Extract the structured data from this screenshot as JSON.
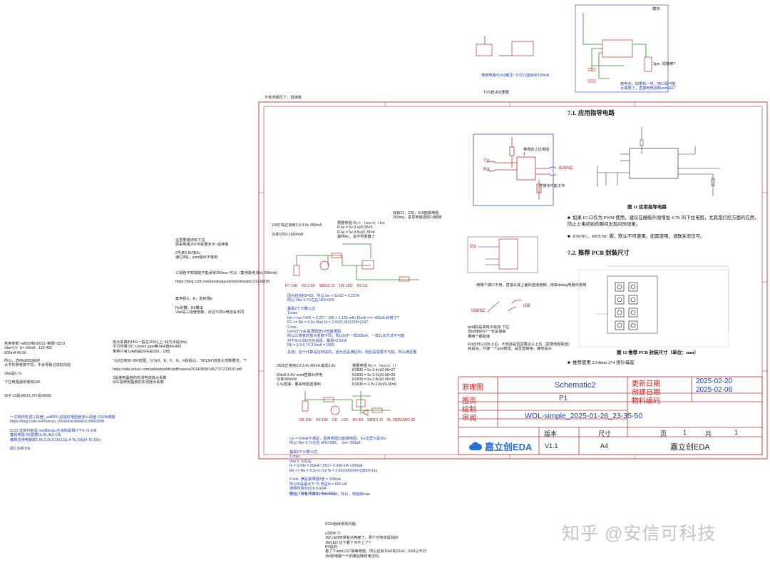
{
  "schematic_title": "Schematic2",
  "title_block": {
    "label_drawing": "原理图",
    "label_sheet": "图页",
    "label_draw": "绘制",
    "label_review": "审阅",
    "label_update_date": "更新日期",
    "label_create_date": "创建日期",
    "label_material_code": "物料编码",
    "update_date": "2025-02-20",
    "create_date": "2025-02-08",
    "sheet": "P1",
    "project_name": "WOL-simple_2025-01-26_23-35-50",
    "label_version": "版本",
    "label_size": "尺寸",
    "label_page": "页",
    "page_current": "1",
    "label_total": "共",
    "page_total": "1",
    "version": "V1.1",
    "size": "A4",
    "company": "嘉立创EDA",
    "logo_text": "嘉立创EDA"
  },
  "doc_excerpt": {
    "section_71": "7.1. 应用指导电路",
    "fig11_caption": "图 11 应用指导电路",
    "bullet_pwm": "如果 IO 口作为 PWM 使用，建议在栅级外围增加 4.7K 的下拉电阻，尤其是灯控方面的应用，防止上电初始的瞬间出现闪烁现象。",
    "bullet_nc": "IOS/NC、RST/NC 脚，默认不可使用。如需使用，请联系安信可。",
    "section_72": "7.2. 推荐 PCB 封装尺寸",
    "fig12_caption": "图 12 推荐 PCB 封装尺寸（单位：mm）",
    "bullet_pin": "推荐使用 2.54mm 2*4 排针母座"
  },
  "watermark": "知乎 @安信可科技",
  "notes": {
    "top_left_header": "不考虑稳压了，直接吸",
    "tvs_note": "TVS管决定要要",
    "power_module_label": "模块",
    "power_usb_note": "使用电路与3v3稳压~不行只能输出100mA",
    "power_ams_note": "稳电池，如果有一块，接口是可能\n太高用了，直接用电源和asm1117",
    "power_3pin": "3pin  短接棒?",
    "left_1": "这里要稳流和下拉\n原来电阻大47K就要多大~后续做",
    "left_2": "2号单2.8V接3v\n通过4吸，asm输出不够用",
    "left_3": "三极管不知道能不能承受350ma~可以（集电极电流Ic) 500mA)",
    "left_3_url": "https://blog.csdn.net/kanakaqyu/article/details/131279926",
    "left_4": "集电极C，B，发射极E",
    "left_5": "Rc好算，Rb算出\nVbe是三极管参数，对应不同Ic电流会不同",
    "left_6": "常用参数~s8050和s9013~数据~0213\nVbe=1V  Ic= 50mA;  120-400\n500mA 40-50",
    "left_7": "所以，选用s8050就好\n大于的参考数不同，不会导致过流的风险",
    "left_8": "Vbe是0.7v",
    "left_9": "下拉电阻通常使用10K",
    "left_10": "似乎:J3是s8013 J3Y是s8050",
    "left_11": "一文助你吃透三极管!_ss8050 是啥的电阻管怎么调值-CSDN博客\nhttps://blog.csdn.net/human_chi/article/details/124601906",
    "left_12": "0213 这相可能是 min和max 应该和是相介于4.7k-10k\n基极电阻 Rb需要1k-2k,4k3-11k\n推荐应用电路取1.5k,2.2k,5.1k以(1k,4.7k,10k)(4.7k,10k)",
    "left_13": "取2.2k和10k",
    "mid_hfe": "放大系数的hFE一般在100以上~找方法是(hfe)\n不行时候 DC current gain等 hFE值40-400\n某种只有1uA的是[hFE是150，180]",
    "mid_hfe2": "\"大8位到90-300范围，分为O、E、F、G、H段组以、\"9013H\"的放大倍数要求。\"?",
    "mid_url": "https://atta.szlcsc.com/upload/public/pdf/source/20140808/1457707213610.pdf",
    "mid_hfe3": "3是使用晶管的实测电流放大系数\nhFE是使用晶管的实测放大系数",
    "circ1_head": "1W灯珠正常用3.0-3.6v 350mA\n\n功率1050-1260mW",
    "circ1_calc": "根据电阻 Rc = （vcc-v）/ Ice\nR1w = 5v-3.v)/0.35=5\nR1w = 5v-3.5v)/0.35=4\n最终Rc，说不然我算了",
    "circ1_cap": "我有22，220，510欧姆电阻\n350ma，意思电阻选取14欧姆",
    "circ1_labels": "R7 10K    R5 2.2K    S8013 J3    1W LED    R3 1Ω",
    "circ1_formula": "因为包括R3=22，所以 Ice < 5v/22 = 0.227A\n所以 Vbe 0.7V左右 hFE=200",
    "circ1_steps": "基础2个计算公式\n1.max\nIbe = Ice / hFE = 0.227 / 200 = 1.135 mA<15mA ==> 400uA 就够了?\nR2 <= Rb = 3.3v-Vbe) Ib = 2.6V/0.0011335=2247\n2.min\nIce=227mA 最薄弱管=2管最薄弱\n所以三极管的放大系数不同，所以Ib不一样300uA，一样以此方法不可能\n对于Ib 0.006左右就是，基极=2.5mA\nRb = 3.3-0.7V 2.6mA = 1000",
    "circ1_end": "总结：这个计算是这样说的，因为还是满足的，而且是需要不可能，所以满足看",
    "circ2_head": "2835正常用3.0-3.4v 60mA 最低2.8v\n\n60mA 3.4V~emit直接3v供电\n功率200mW\n3.3v直接，看来电阻选择85",
    "circ2_calc": "根据电阻 Rc = （vcc-v）/ I\nR2835 = 5v-3.4v)/0.06=27\nR2835 = 5v-3.3v)/0.06=28\nR2835 = 5v-2.8v)/0.06=36\nR2835 = 3.3v-2.8v)/0.06=8",
    "circ2_labels": "R8 10K    R6 10K    C8    LED    R4 0Ω    S8013 J3    XL-2835UWC-02",
    "circ2_formula": "Ice = 60mA不满足，选用电阻22欧姆电阻，Ice这里只是36v\n所以 Vbe 0.7v左右 hFE=250，  Ice= 300uA",
    "circ2_steps": "基础2个计算公式\n1.max\nVbe 0.7v左右\nIb = Ic/hfe = 60mA / 250 = 0.240 mA <300uA\nR6 <= Rb = 3.3v-0.7v)/ Ib = 2.6/0.000240=10833=11k\n\n2.min  满足最薄弱2管 = 120mA\n所以Ib是最大下 *5 增益Ib = 600 uA\n按照所有对比Ib 0.6mA\nRb = 3.3-0.7V 0.6mA = 4333",
    "circ2_end": "总结，所有计算Ib，min+max，所以，电阻即max",
    "bottom_note": "0220继续发现问题:\n\nc2弥补了:\n1W LED时候有点亮度了，那个也电流是我的:\n1WLED 往下看了点不上了?\nR4是的\n看了下asm1117接等电阻，所以还有10uF和22uF，60U以不行:\n3W即电路一个的哪些降低电压吗:",
    "esp_hint": "推荐的上拉电阻\n1",
    "esp_note": "不接也可能工作",
    "conn_note": "用哪个接口不用，直接从其上面的连接管脚，用来debug电路外部用",
    "io_note": "IO6/NC",
    "io_note2": "IO8",
    "reset_note": "tp4或8是高电平有效 下拉\n但io8和RST一定是接高\n哪两个都能接",
    "en_note": "EN也可以33K上拉，不知道是否需要这么上拉（需要电阻取值）\n就是说，外接一个gnd按钮，是否直接用，接地是ok",
    "tx_label": "TX",
    "rx_label": "RX",
    "en_label": "EN",
    "ionc_label": "IO8/NC"
  },
  "colors": {
    "frame": "#c03030",
    "wire": "#1e3fb0",
    "text_red": "#d02020",
    "text_blue": "#1e3fb0",
    "watermark": "#c8c8c8"
  }
}
